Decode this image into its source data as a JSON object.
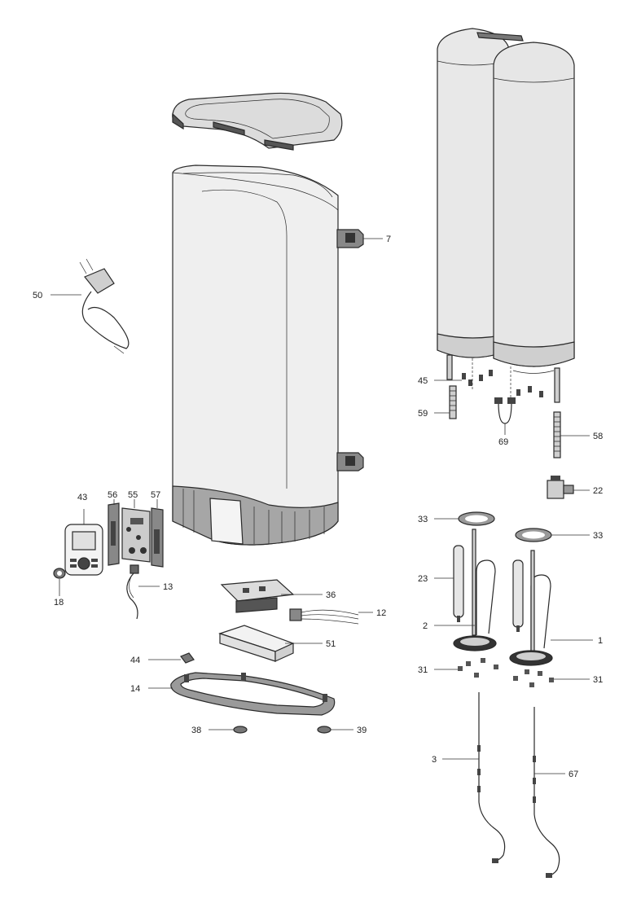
{
  "labels": {
    "p1": "1",
    "p2": "2",
    "p3": "3",
    "p7": "7",
    "p12": "12",
    "p13": "13",
    "p14": "14",
    "p18": "18",
    "p22": "22",
    "p23": "23",
    "p31a": "31",
    "p31b": "31",
    "p33a": "33",
    "p33b": "33",
    "p36": "36",
    "p38": "38",
    "p39": "39",
    "p43": "43",
    "p44": "44",
    "p45": "45",
    "p50": "50",
    "p51": "51",
    "p55": "55",
    "p56": "56",
    "p57": "57",
    "p58": "58",
    "p59": "59",
    "p67": "67",
    "p69": "69"
  },
  "colors": {
    "line": "#2a2a2a",
    "body_fill": "#ececec",
    "panel_fill": "#9a9a9a",
    "dark_fill": "#555555",
    "tank_fill": "#e6e6e6"
  }
}
